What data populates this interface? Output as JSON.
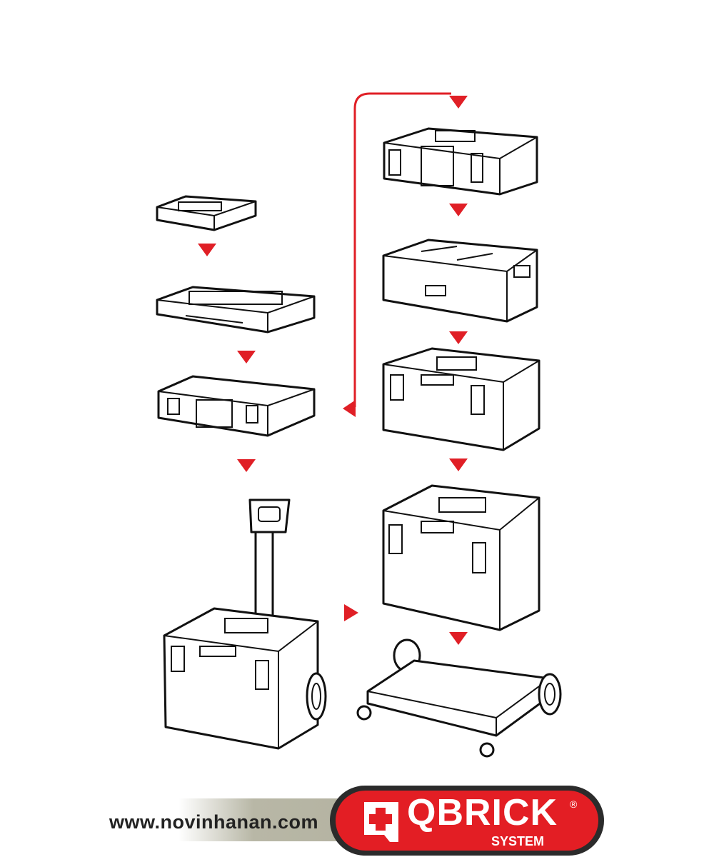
{
  "footer": {
    "website": "www.novinhanan.com",
    "brand": "QBRICK",
    "brand_sub": "SYSTEM",
    "registered": "®"
  },
  "colors": {
    "accent": "#e01f26",
    "logo_red": "#e31e24",
    "logo_border": "#2b2b2b",
    "band": "#b3b2a0"
  },
  "arrows": [
    "down",
    "down",
    "down",
    "down",
    "down",
    "down",
    "down",
    "down",
    "left",
    "right"
  ]
}
